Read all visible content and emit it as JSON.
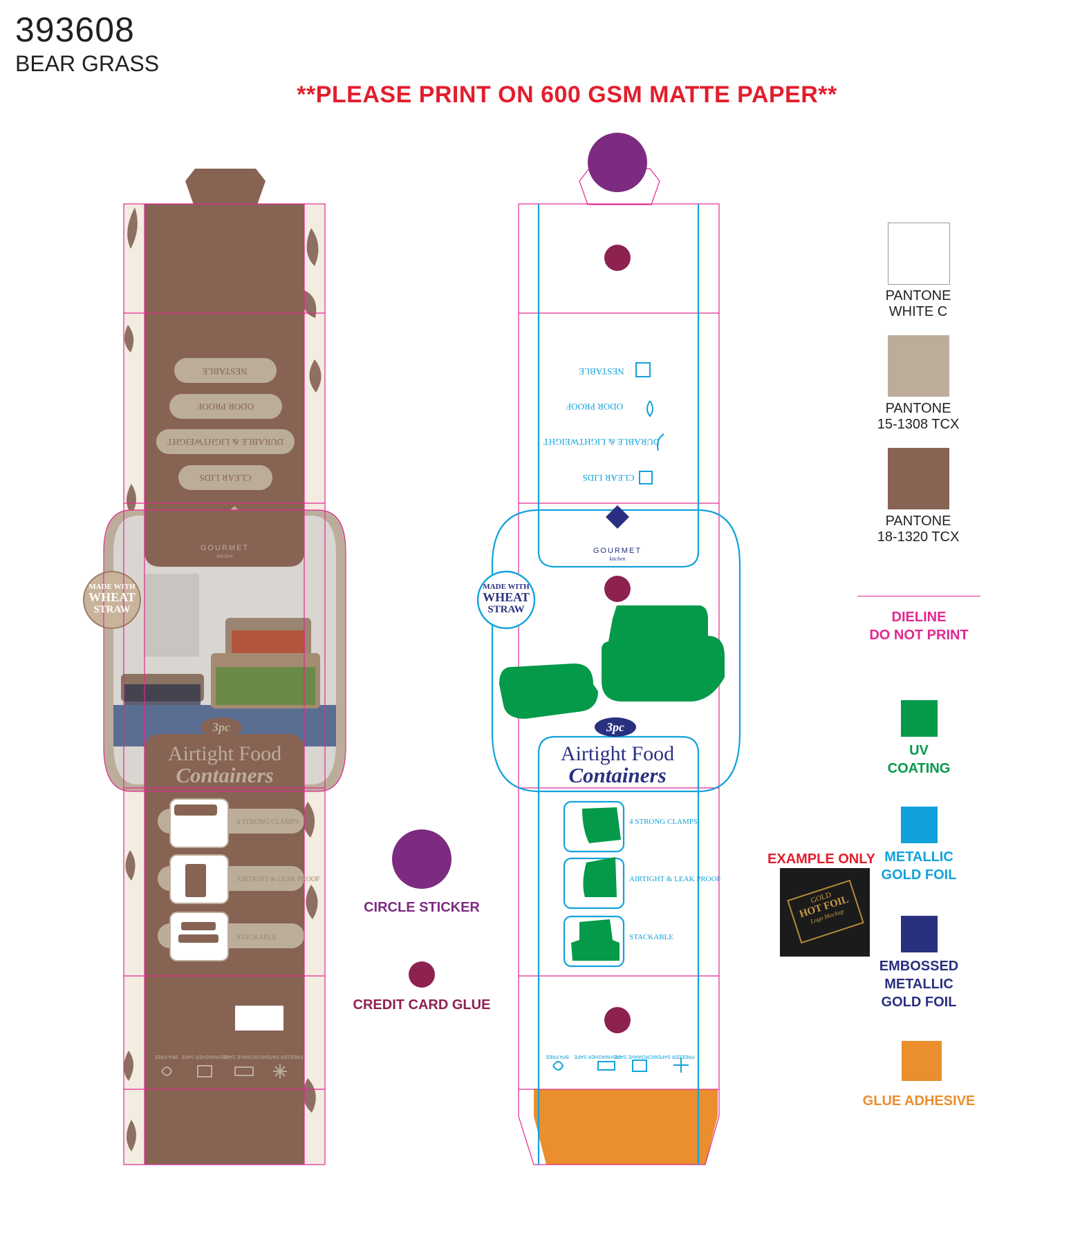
{
  "header": {
    "job_number": "393608",
    "job_name": "BEAR GRASS",
    "instruction": "**PLEASE PRINT ON 600 GSM MATTE PAPER**"
  },
  "box": {
    "badge_line1": "MADE WITH",
    "badge_line2": "WHEAT",
    "badge_line3": "STRAW",
    "pc_label": "3pc",
    "title_line1": "Airtight Food",
    "title_line2": "Containers",
    "brand": "GOURMET",
    "brand_sub": "kitchen",
    "features_top": [
      "NESTABLE",
      "ODOR PROOF",
      "DURABLE & LIGHTWEIGHT",
      "CLEAR LIDS"
    ],
    "features_bottom": [
      "4 STRONG CLAMPS",
      "AIRTIGHT & LEAK PROOF",
      "STACKABLE"
    ],
    "care_icons": [
      "FREEZER SAFE",
      "MICROWAVE SAFE",
      "DISHWASHER SAFE",
      "BPA FREE"
    ]
  },
  "markers": {
    "circle_sticker": "CIRCLE STICKER",
    "credit_card_glue": "CREDIT CARD GLUE"
  },
  "legend": {
    "white_line1": "PANTONE",
    "white_line2": "WHITE C",
    "beige_line1": "PANTONE",
    "beige_line2": "15-1308 TCX",
    "brown_line1": "PANTONE",
    "brown_line2": "18-1320 TCX",
    "dieline_line1": "DIELINE",
    "dieline_line2": "DO NOT PRINT",
    "uv_line1": "UV",
    "uv_line2": "COATING",
    "metallic_line1": "METALLIC",
    "metallic_line2": "GOLD FOIL",
    "embossed_line1": "EMBOSSED",
    "embossed_line2": "METALLIC",
    "embossed_line3": "GOLD FOIL",
    "glue": "GLUE ADHESIVE",
    "example_only": "EXAMPLE ONLY",
    "mockup_line1": "GOLD",
    "mockup_line2": "HOT FOIL",
    "mockup_line3": "Logo Mockup"
  },
  "colors": {
    "white": "#ffffff",
    "beige": "#bcad9b",
    "brown": "#876354",
    "dieline": "#e3288f",
    "uv": "#05994a",
    "metallic": "#11a2db",
    "embossed": "#2a3080",
    "glue": "#ea8e2e",
    "sticker": "#7c2b80",
    "card_glue": "#8d2150",
    "warning": "#e21e2d"
  }
}
